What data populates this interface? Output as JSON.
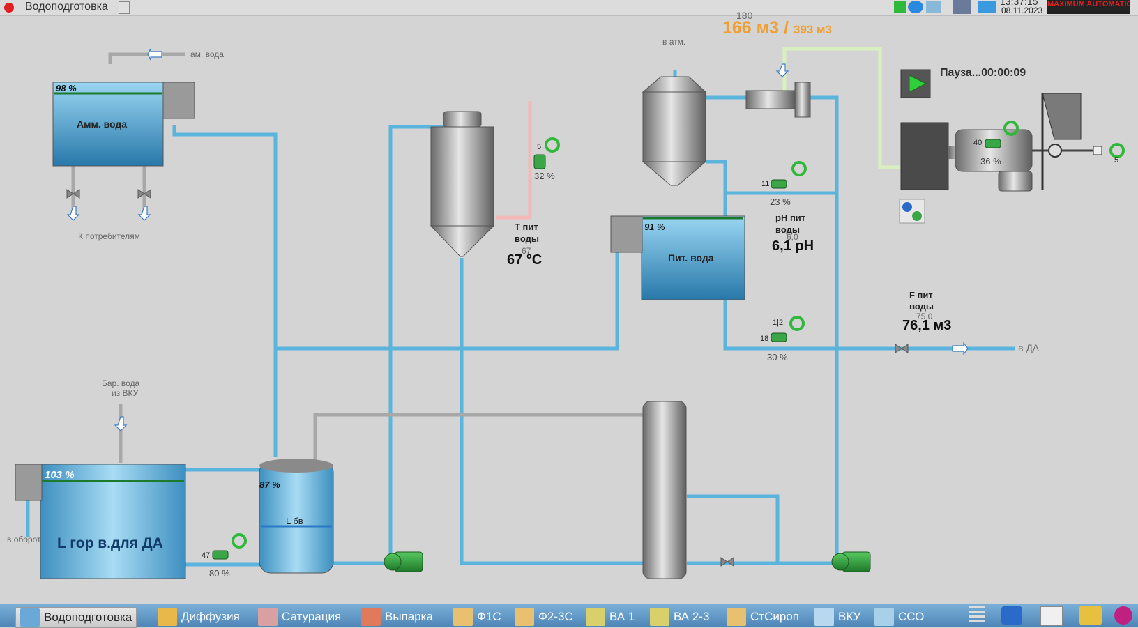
{
  "window": {
    "title": "Водоподготовка",
    "time": "13:37:15",
    "date": "08.11.2023",
    "logo_text": "MAXIMUM AUTOMATION"
  },
  "header": {
    "flow_small": "180",
    "flow_main": "166 м3",
    "flow_sep": "/",
    "flow_total": "393 м3"
  },
  "labels": {
    "amm_water_in": "ам. вода",
    "to_consumers": "К потребителям",
    "to_atm": "в атм.",
    "bar_water_line1": "Бар. вода",
    "bar_water_line2": "из ВКУ",
    "to_recycle": "в оборот",
    "to_da": "в ДА"
  },
  "tanks": {
    "amm": {
      "name": "Амм. вода",
      "level": "98 %",
      "level_value": 98
    },
    "pit": {
      "name": "Пит. вода",
      "level": "91 %",
      "level_value": 91
    },
    "lgor": {
      "name": "L гор в.для ДА",
      "level": "103 %",
      "level_value": 103
    },
    "lbv": {
      "name": "L бв",
      "level": "87 %",
      "level_value": 87
    }
  },
  "measurements": {
    "temp": {
      "line1": "T пит",
      "line2": "воды",
      "setpoint": "67",
      "value": "67 °C"
    },
    "ph": {
      "line1": "pH пит",
      "line2": "воды",
      "setpoint": "6,0",
      "value": "6,1 pH"
    },
    "flow": {
      "line1": "F пит",
      "line2": "воды",
      "setpoint": "75,0",
      "value": "76,1 м3"
    }
  },
  "valves": {
    "temp_valve": {
      "id": "5",
      "pct": "32 %"
    },
    "ph_valve": {
      "id": "11",
      "pct": "23 %"
    },
    "flow_valve": {
      "id": "18",
      "sub": "1|2",
      "pct": "30 %"
    },
    "lgor_valve": {
      "id": "47",
      "pct": "80 %"
    },
    "motor_valve": {
      "id": "40",
      "pct": "36 %"
    },
    "right_valve": {
      "id": "5"
    }
  },
  "status": {
    "pause_text": "Пауза...00:00:09"
  },
  "taskbar": {
    "items": [
      {
        "label": "Водоподготовка",
        "color": "#6aa8d8"
      },
      {
        "label": "Диффузия",
        "color": "#e8b84a"
      },
      {
        "label": "Сатурация",
        "color": "#d8a0a0"
      },
      {
        "label": "Выпарка",
        "color": "#e07a5a"
      },
      {
        "label": "Ф1С",
        "color": "#e8c070"
      },
      {
        "label": "Ф2-3С",
        "color": "#e8c070"
      },
      {
        "label": "ВА 1",
        "color": "#d8d06a"
      },
      {
        "label": "ВА 2-3",
        "color": "#d8d06a"
      },
      {
        "label": "СтСироп",
        "color": "#e8c070"
      },
      {
        "label": "ВКУ",
        "color": "#b8d8f0"
      },
      {
        "label": "ССО",
        "color": "#a8d0e8"
      }
    ]
  },
  "colors": {
    "pipe_water": "#5ab4dc",
    "pipe_gray": "#a8a8a8",
    "pipe_pink": "#f4b8b8",
    "pipe_green": "#d8f0c0",
    "pump_green": "#2e9a3a",
    "tank_top": "#8fd0ef",
    "tank_bottom": "#2a7fb0"
  }
}
